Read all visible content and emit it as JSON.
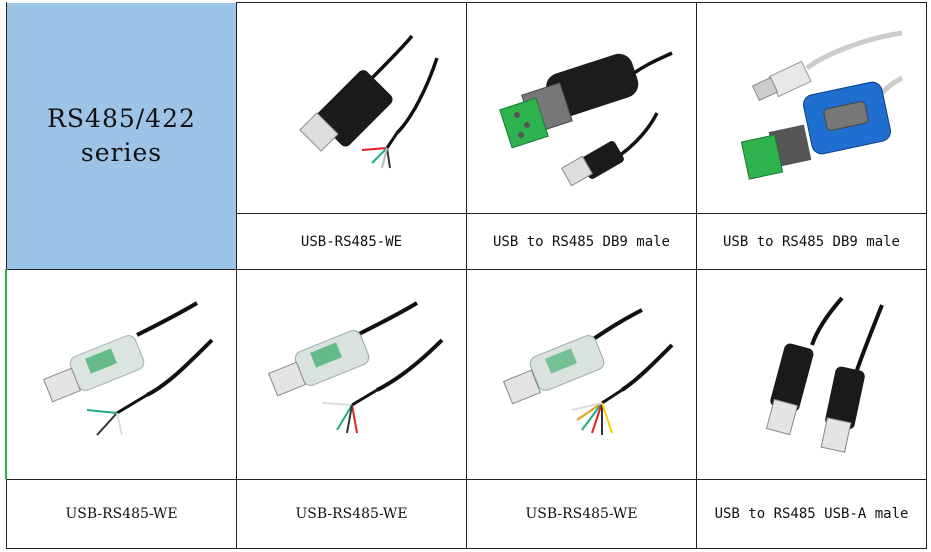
{
  "series": {
    "line1": "RS485/422",
    "line2": "series"
  },
  "row1": [
    {
      "label": "USB-RS485-WE",
      "image": "usb-cable-wire-ends-black"
    },
    {
      "label": "USB to RS485 DB9 male",
      "image": "usb-db9-adapter-with-terminal-block"
    },
    {
      "label": "USB to RS485 DB9 male",
      "image": "usb-db9-blue-adapter-with-terminal-block"
    }
  ],
  "row2": [
    {
      "label": "USB-RS485-WE",
      "image": "usb-clear-cable-wire-ends"
    },
    {
      "label": "USB-RS485-WE",
      "image": "usb-clear-cable-wire-ends"
    },
    {
      "label": "USB-RS485-WE",
      "image": "usb-clear-cable-multi-wire-ends"
    },
    {
      "label": "USB to RS485 USB-A male",
      "image": "usb-a-to-usb-a-black-cables"
    }
  ],
  "colors": {
    "series_bg": "#9dc3e6",
    "grid_line": "#222222",
    "accent_edge": "#27b14a"
  }
}
